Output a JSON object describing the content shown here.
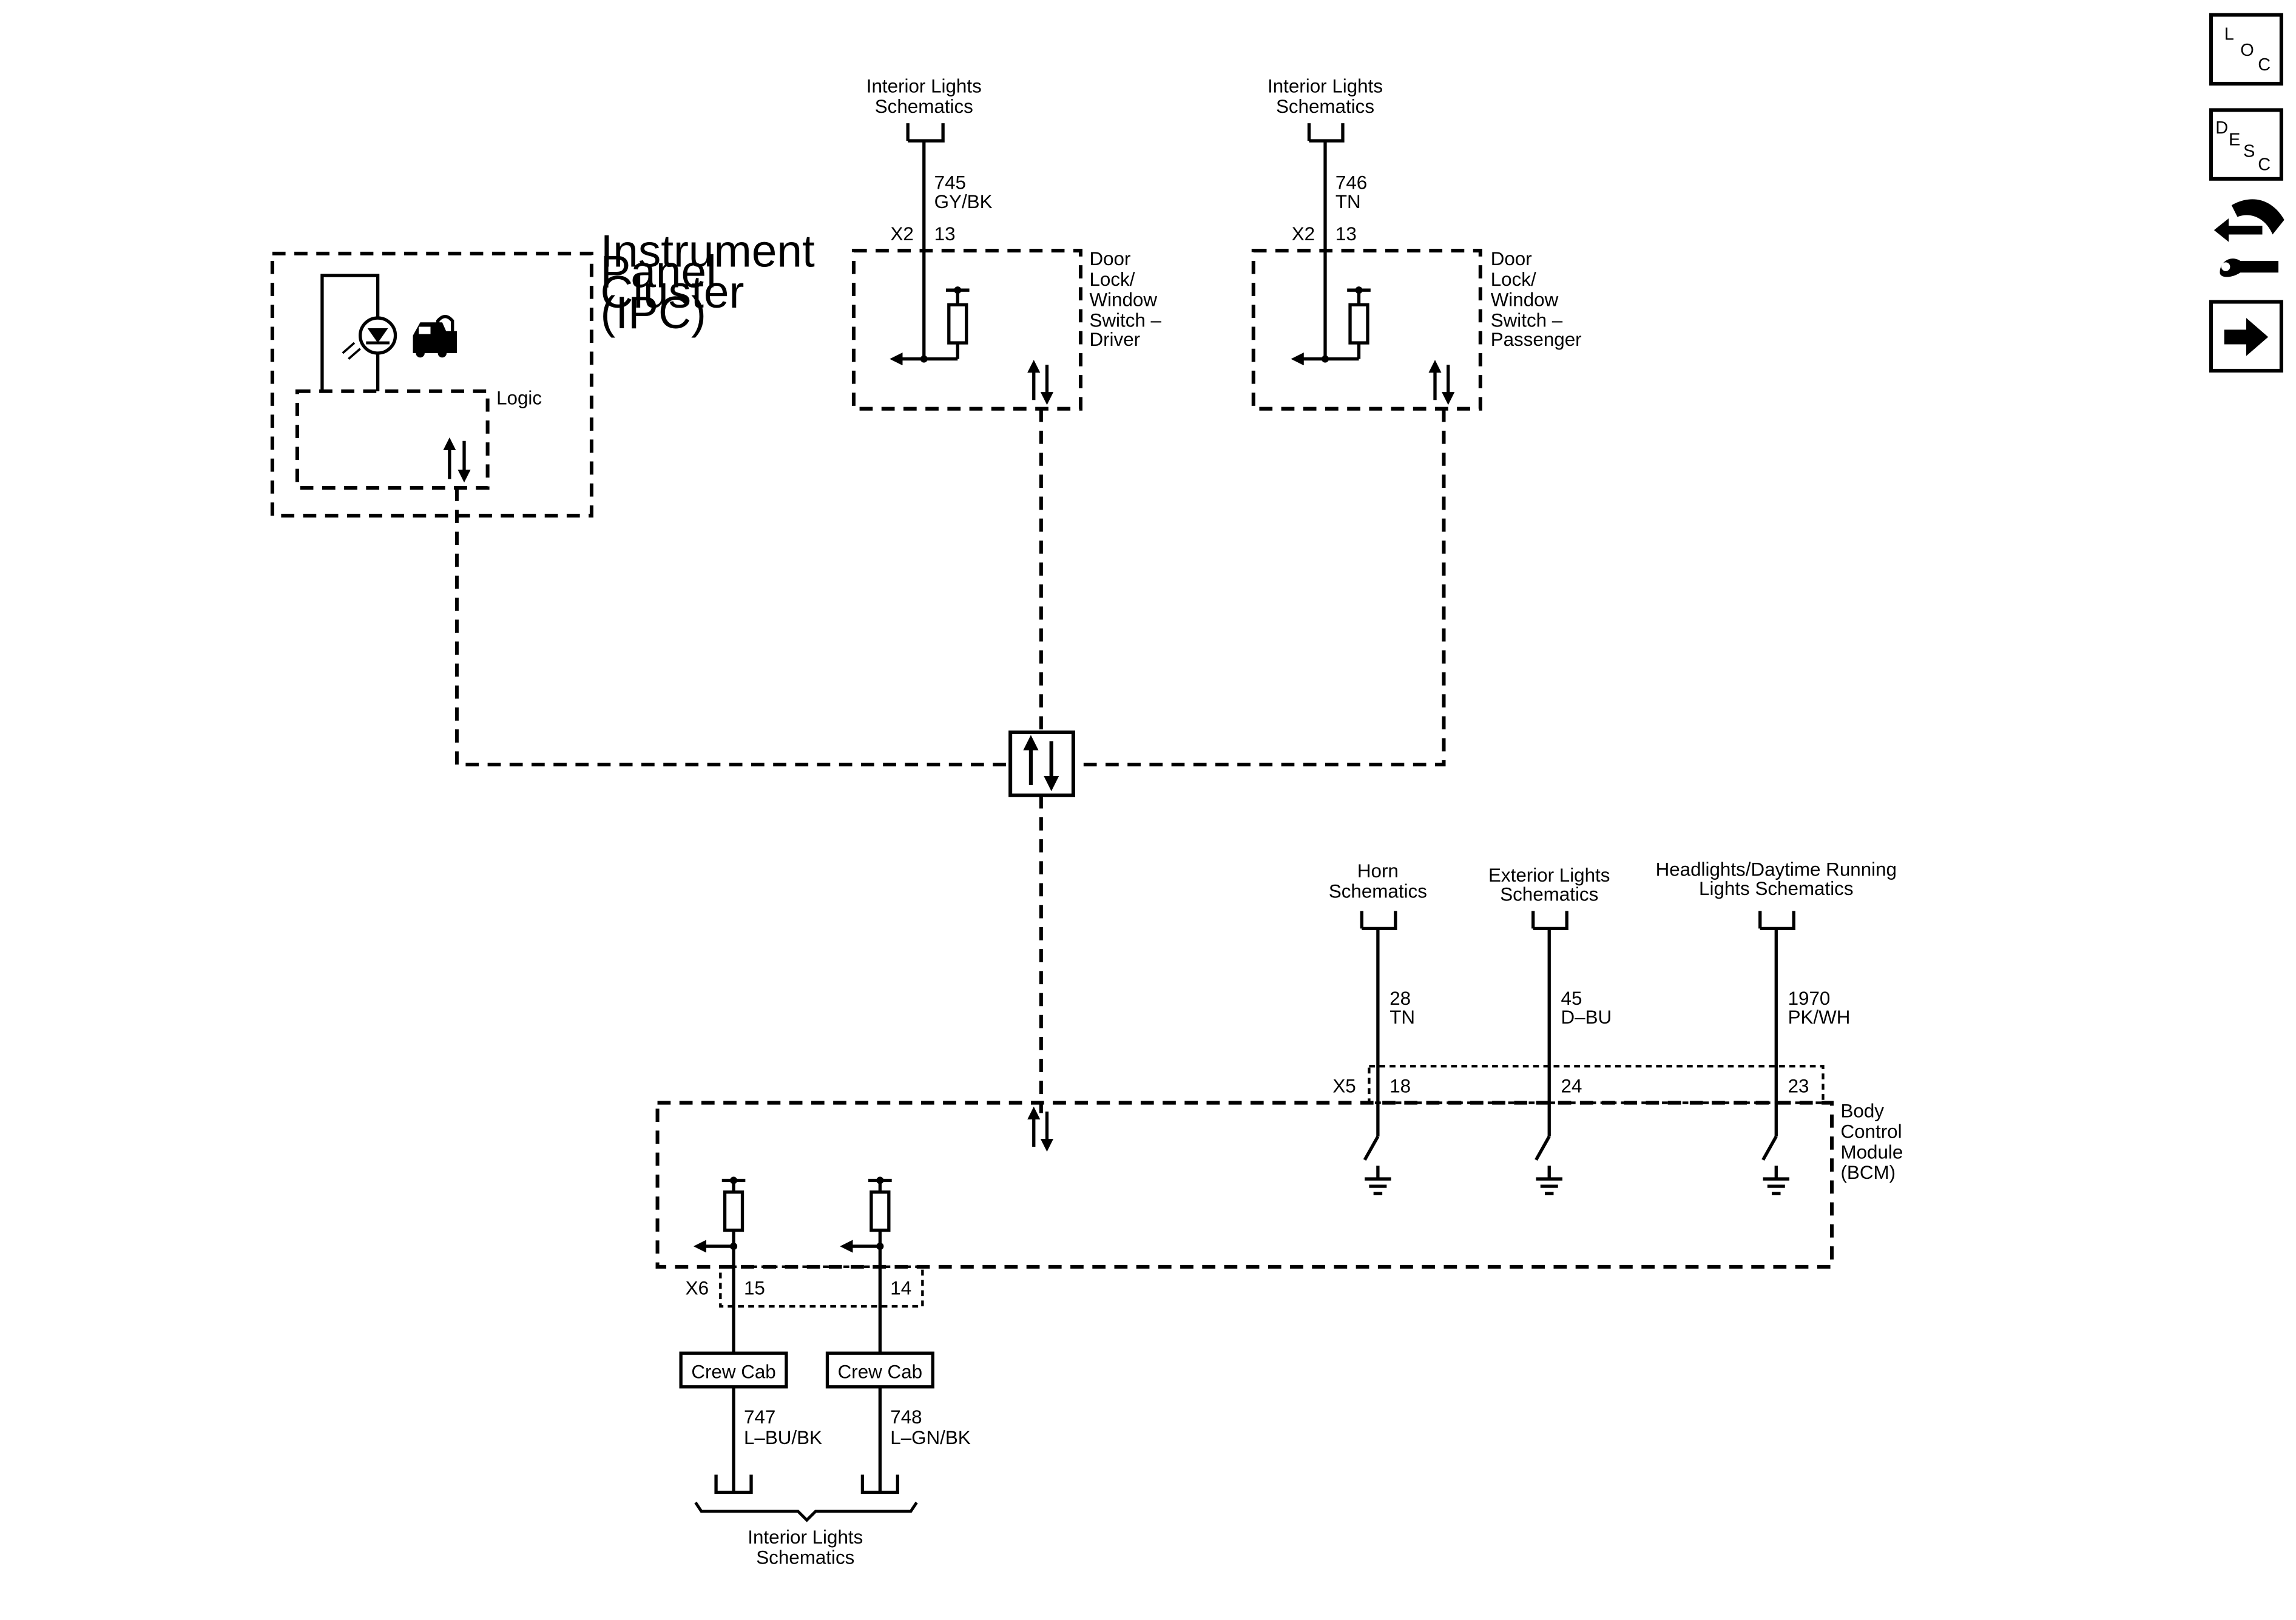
{
  "modules": {
    "ipc": {
      "name": [
        "Instrument",
        "Panel",
        "Cluster",
        "(IPC)"
      ],
      "logic_label": "Logic"
    },
    "driver_switch": {
      "name": [
        "Door",
        "Lock/",
        "Window",
        "Switch –",
        "Driver"
      ],
      "connector": "X2",
      "pin": "13"
    },
    "passenger_switch": {
      "name": [
        "Door",
        "Lock/",
        "Window",
        "Switch –",
        "Passenger"
      ],
      "connector": "X2",
      "pin": "13"
    },
    "bcm": {
      "name": [
        "Body",
        "Control",
        "Module",
        "(BCM)"
      ],
      "connector_top": "X5",
      "connector_bottom": "X6"
    }
  },
  "references": {
    "interior_lights_driver": [
      "Interior Lights",
      "Schematics"
    ],
    "interior_lights_passenger": [
      "Interior Lights",
      "Schematics"
    ],
    "horn": [
      "Horn",
      "Schematics"
    ],
    "exterior_lights": [
      "Exterior Lights",
      "Schematics"
    ],
    "headlights": [
      "Headlights/Daytime Running",
      "Lights Schematics"
    ],
    "interior_lights_bottom": [
      "Interior Lights",
      "Schematics"
    ]
  },
  "circuits": {
    "c745": {
      "number": "745",
      "color": "GY/BK"
    },
    "c746": {
      "number": "746",
      "color": "TN"
    },
    "c28": {
      "number": "28",
      "color": "TN",
      "pin": "18"
    },
    "c45": {
      "number": "45",
      "color": "D–BU",
      "pin": "24"
    },
    "c1970": {
      "number": "1970",
      "color": "PK/WH",
      "pin": "23"
    },
    "c747": {
      "number": "747",
      "color": "L–BU/BK",
      "pin": "15"
    },
    "c748": {
      "number": "748",
      "color": "L–GN/BK",
      "pin": "14"
    }
  },
  "options": {
    "crew_cab_1": "Crew Cab",
    "crew_cab_2": "Crew Cab"
  },
  "nav": {
    "loc": [
      "L",
      "O",
      "C"
    ],
    "desc": [
      "D",
      "E",
      "S",
      "C"
    ],
    "icons": [
      "connector-wrench-icon",
      "arrow-right-icon"
    ]
  }
}
